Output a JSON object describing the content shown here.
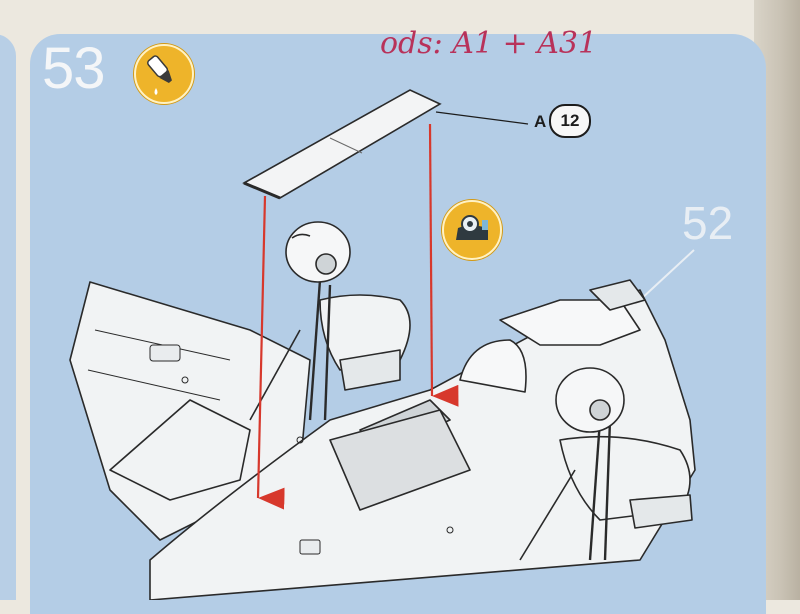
{
  "step": {
    "number": "53",
    "reference_step": "52"
  },
  "handwritten_note": "ods: A1 + A31",
  "part_callout": {
    "letter": "A",
    "number": "12"
  },
  "icons": {
    "glue": "glue-bottle-icon",
    "tape": "tape-dispenser-icon"
  },
  "colors": {
    "panel_background": "#b4cde6",
    "arrow": "#d7382c",
    "icon_badge": "#eeb42a",
    "note_ink": "#b8325a"
  }
}
